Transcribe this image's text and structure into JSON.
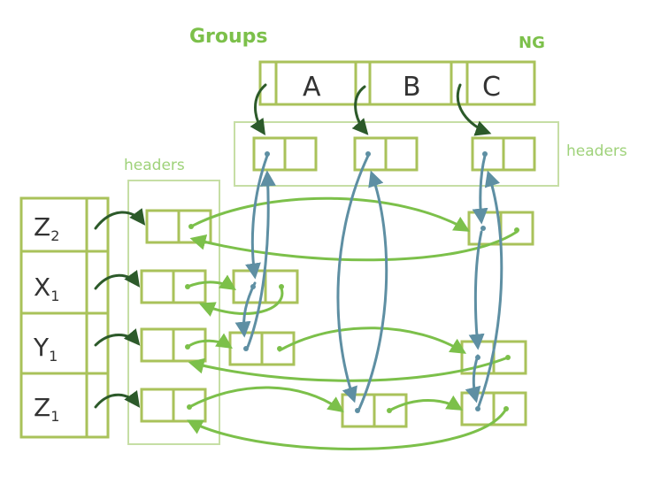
{
  "labels": {
    "groups": "Groups",
    "ng": "NG",
    "headers_left": "headers",
    "headers_right": "headers"
  },
  "group_cells": [
    "A",
    "B",
    "C"
  ],
  "rows": [
    {
      "main": "Z",
      "sub": "2"
    },
    {
      "main": "X",
      "sub": "1"
    },
    {
      "main": "Y",
      "sub": "1"
    },
    {
      "main": "Z",
      "sub": "1"
    }
  ],
  "colors": {
    "box": "#a9c25a",
    "green_link": "#7cc04a",
    "dark_link": "#2c5a2a",
    "blue_link": "#5e8fa3"
  }
}
